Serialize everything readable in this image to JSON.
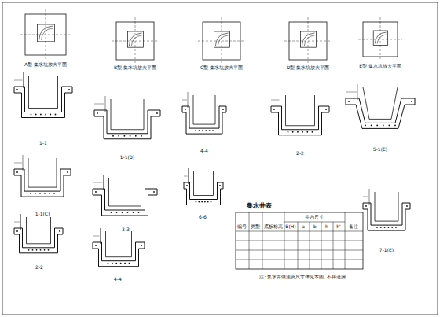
{
  "diagram": {
    "labels": [
      "A型 集水坑放大平面",
      "B型 集水坑放大平面",
      "C型 集水坑放大平面",
      "D型 集水坑放大平面",
      "E型 集水坑放大平面",
      "1-1",
      "1-1(B)",
      "4-4",
      "2-2",
      "5-1(E)",
      "1-1(C)",
      "3-3",
      "6-6",
      "2-2",
      "4-4",
      "7-1(E)",
      "集水井表",
      "编号",
      "类型",
      "底板标高",
      "井内尺寸",
      "B(H)",
      "a",
      "b",
      "h",
      "h'",
      "备注",
      "注: 集水井做法及尺寸详见本图, 不得遗漏"
    ]
  }
}
